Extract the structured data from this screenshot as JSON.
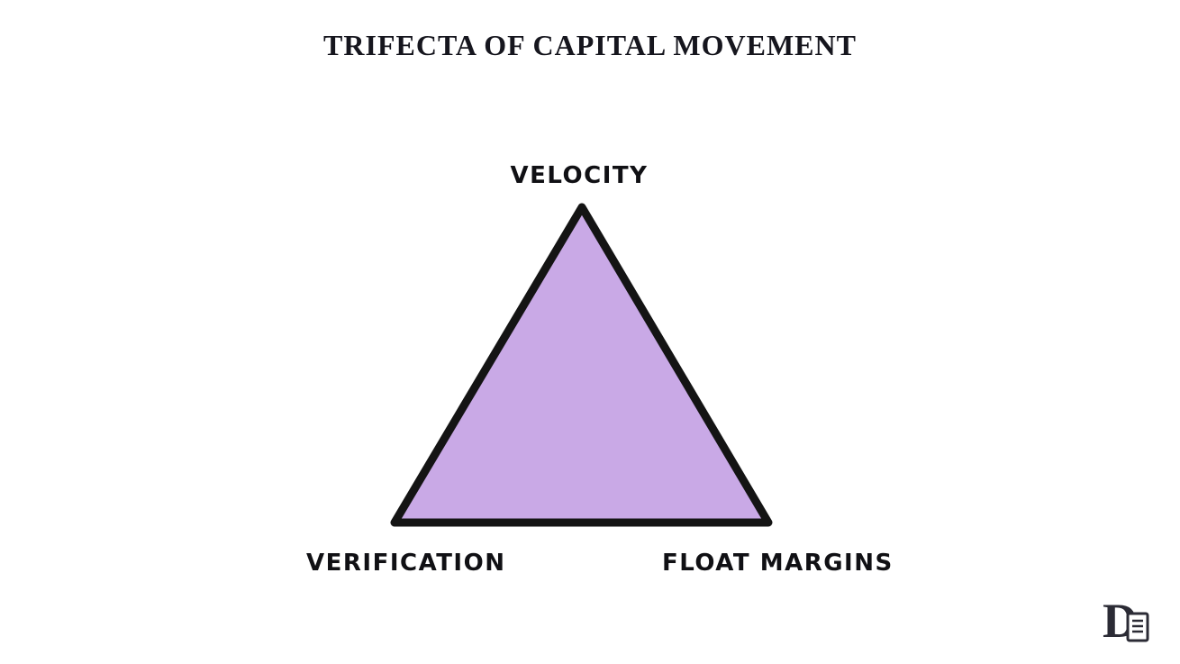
{
  "title": "TRIFECTA OF CAPITAL MOVEMENT",
  "triangle": {
    "top_label": "VELOCITY",
    "bottom_left_label": "VERIFICATION",
    "bottom_right_label": "FLOAT MARGINS",
    "fill_color": "#c9a9e6",
    "stroke_color": "#141414"
  },
  "logo": {
    "glyph": "D",
    "color": "#2b2b35"
  }
}
